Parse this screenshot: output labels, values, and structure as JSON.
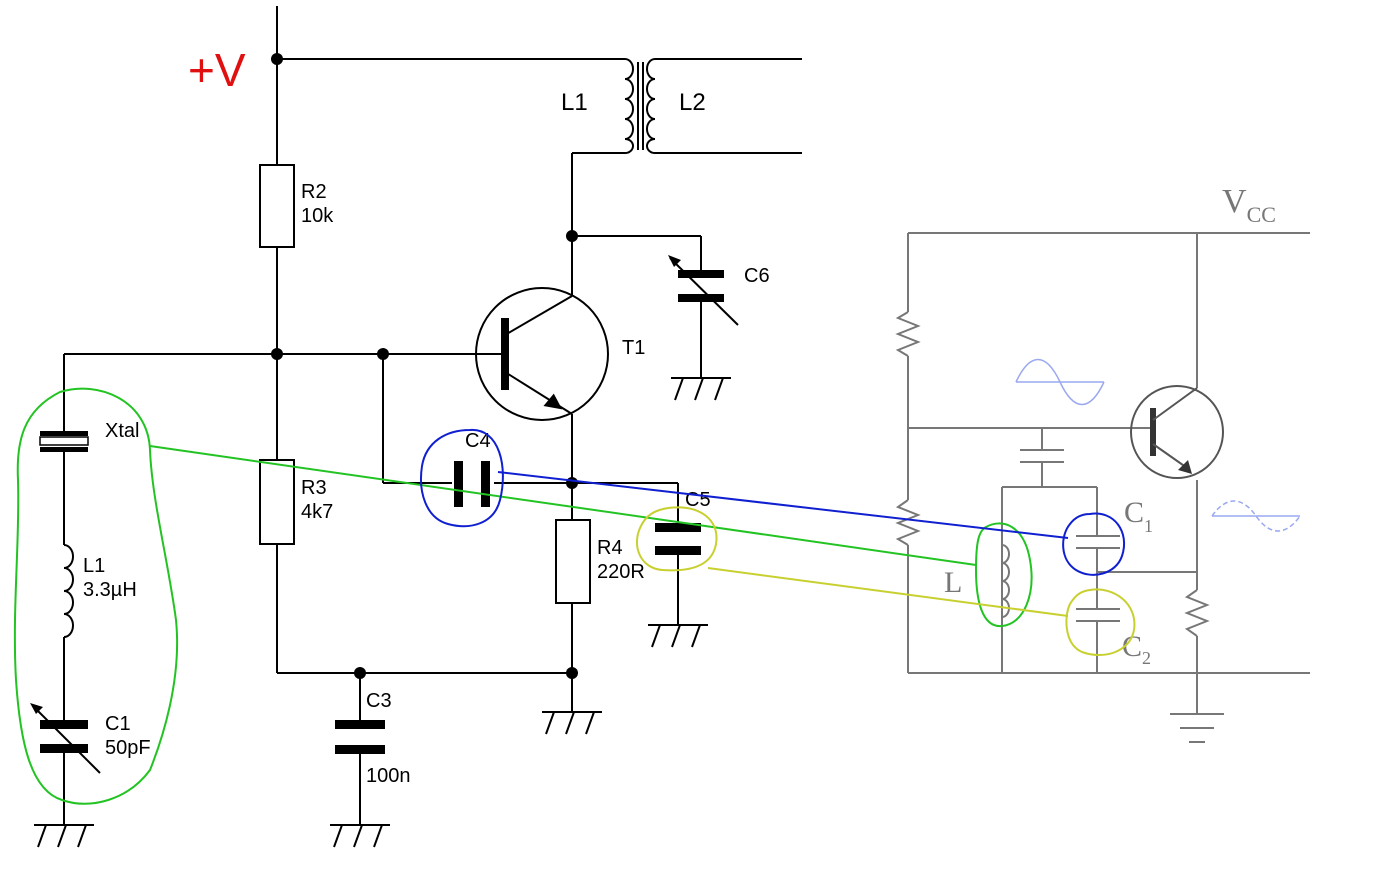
{
  "left_circuit": {
    "supply_label": "+V",
    "transformer": {
      "primary": "L1",
      "secondary": "L2"
    },
    "resistors": {
      "r2": {
        "name": "R2",
        "value": "10k"
      },
      "r3": {
        "name": "R3",
        "value": "4k7"
      },
      "r4": {
        "name": "R4",
        "value": "220R"
      }
    },
    "capacitors": {
      "c1": {
        "name": "C1",
        "value": "50pF"
      },
      "c3": {
        "name": "C3",
        "value": "100n"
      },
      "c4": {
        "name": "C4"
      },
      "c5": {
        "name": "C5"
      },
      "c6": {
        "name": "C6"
      }
    },
    "crystal": {
      "name": "Xtal"
    },
    "inductor": {
      "name": "L1",
      "value": "3.3µH"
    },
    "transistor": {
      "name": "T1"
    }
  },
  "right_circuit": {
    "supply_label": "V",
    "supply_sub": "CC",
    "c1": {
      "name": "C",
      "sub": "1"
    },
    "c2": {
      "name": "C",
      "sub": "2"
    },
    "inductor": {
      "name": "L"
    }
  },
  "annotation_colors": {
    "green": "#22c322",
    "blue": "#1020d0",
    "yellow": "#c8d030",
    "supply_red": "#e01010"
  }
}
